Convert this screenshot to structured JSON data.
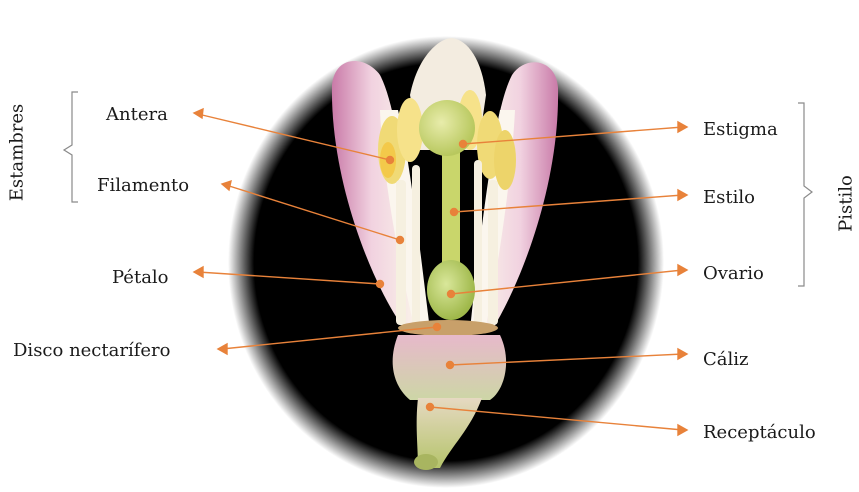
{
  "groups": {
    "stamens": "Estambres",
    "pistil": "Pistilo"
  },
  "labels": {
    "antera": "Antera",
    "filamento": "Filamento",
    "petalo": "Pétalo",
    "disco": "Disco nectarífero",
    "estigma": "Estigma",
    "estilo": "Estilo",
    "ovario": "Ovario",
    "caliz": "Cáliz",
    "receptaculo": "Receptáculo"
  },
  "colors": {
    "arrow": "#e8823a",
    "background_oval": "#000000",
    "bracket": "#8a8a8a"
  }
}
